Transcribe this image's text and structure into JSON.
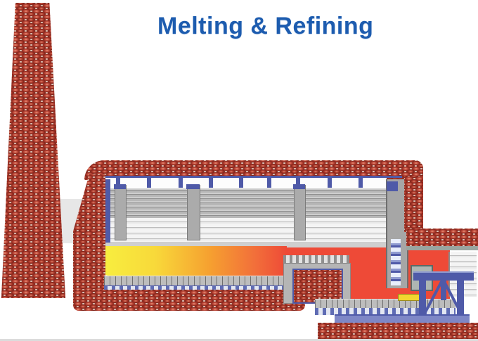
{
  "title": {
    "text": "Melting & Refining",
    "color": "#1d5caf"
  },
  "diagram": {
    "type": "technical-illustration",
    "subject": "glass furnace melting and refining cross-section",
    "parts": [
      {
        "name": "chimney",
        "material": "red brick"
      },
      {
        "name": "flue-duct",
        "material": "sheet metal"
      },
      {
        "name": "furnace-crown",
        "material": "red brick"
      },
      {
        "name": "left-end-wall",
        "material": "red brick"
      },
      {
        "name": "right-end-wall",
        "material": "red brick"
      },
      {
        "name": "superstructure",
        "material": "refractory block courses"
      },
      {
        "name": "buckstay-posts",
        "material": "steel"
      },
      {
        "name": "molten-glass-bath",
        "state": "yellow-to-red heat gradient"
      },
      {
        "name": "combustion-space",
        "state": "hot gases"
      },
      {
        "name": "throat-block",
        "material": "refractory with brick core"
      },
      {
        "name": "hanging-shadow-wall",
        "material": "cooled segments"
      },
      {
        "name": "waste-gas-channel",
        "state": "hot gases"
      },
      {
        "name": "steel-support-stand",
        "material": "steel"
      },
      {
        "name": "furnace-bottom",
        "material": "red brick and paving"
      }
    ],
    "palette": {
      "brick_red": "#c24b3c",
      "mortar": "#ecdcd0",
      "steel_blue": "#4f5aa8",
      "steel_blue_light": "#8f9bd0",
      "glass_yellow": "#f8ee3f",
      "glass_orange": "#f6a030",
      "heat_red": "#ee4a37",
      "refractory_gray": "#b5b5b5",
      "duct_gray": "#e7e7e7"
    }
  }
}
